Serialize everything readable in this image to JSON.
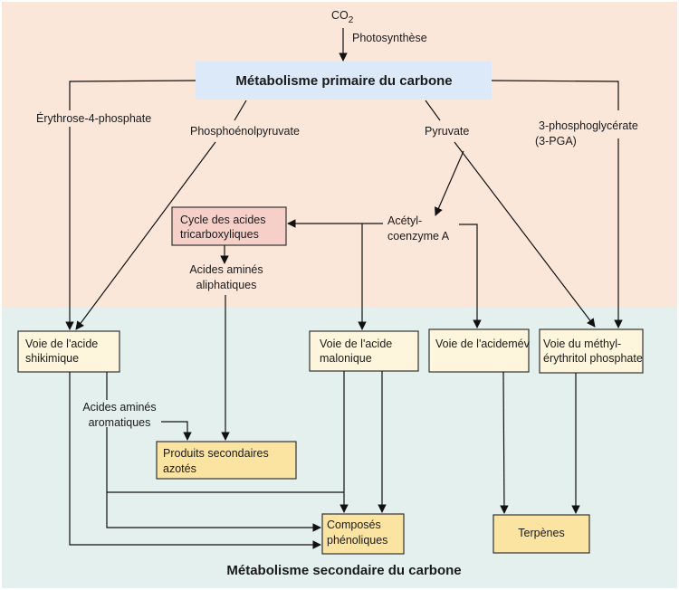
{
  "colors": {
    "primary_zone": "#fbe6da",
    "secondary_zone": "#e3f0ee",
    "primary_box": "#dce9f8",
    "tca_box": "#f6d0c8",
    "pathway_box": "#fdf5dc",
    "product_box": "#fbe3a2"
  },
  "top": {
    "co2": "CO",
    "co2_sub": "2",
    "photosynthesis": "Photosynthèse",
    "primary_title": "Métabolisme primaire du carbone"
  },
  "intermediates": {
    "e4p": "Érythrose-4-phosphate",
    "pep": "Phosphoénolpyruvate",
    "pyruvate": "Pyruvate",
    "pga_1": "3-phosphoglycérate",
    "pga_2": "(3-PGA)",
    "acetyl_1": "Acétyl-",
    "acetyl_2": "coenzyme A",
    "aliph_1": "Acides aminés",
    "aliph_2": "aliphatiques",
    "arom_1": "Acides aminés",
    "arom_2": "aromatiques"
  },
  "boxes": {
    "tca_1": "Cycle des acides",
    "tca_2": "tricarboxyliques",
    "shikimate_1": "Voie de l'acide",
    "shikimate_2": "shikimique",
    "malonate_1": "Voie de l'acide",
    "malonate_2": "malonique",
    "mevalonate_1": "Voie de l'acidemév",
    "mep_1": "Voie du méthyl-",
    "mep_2": "érythritol phosphate",
    "nitrogen_1": "Produits secondaires",
    "nitrogen_2": "azotés",
    "phenolic_1": "Composés",
    "phenolic_2": "phénoliques",
    "terpenes": "Terpènes"
  },
  "bottom": {
    "secondary_title": "Métabolisme secondaire du carbone"
  }
}
